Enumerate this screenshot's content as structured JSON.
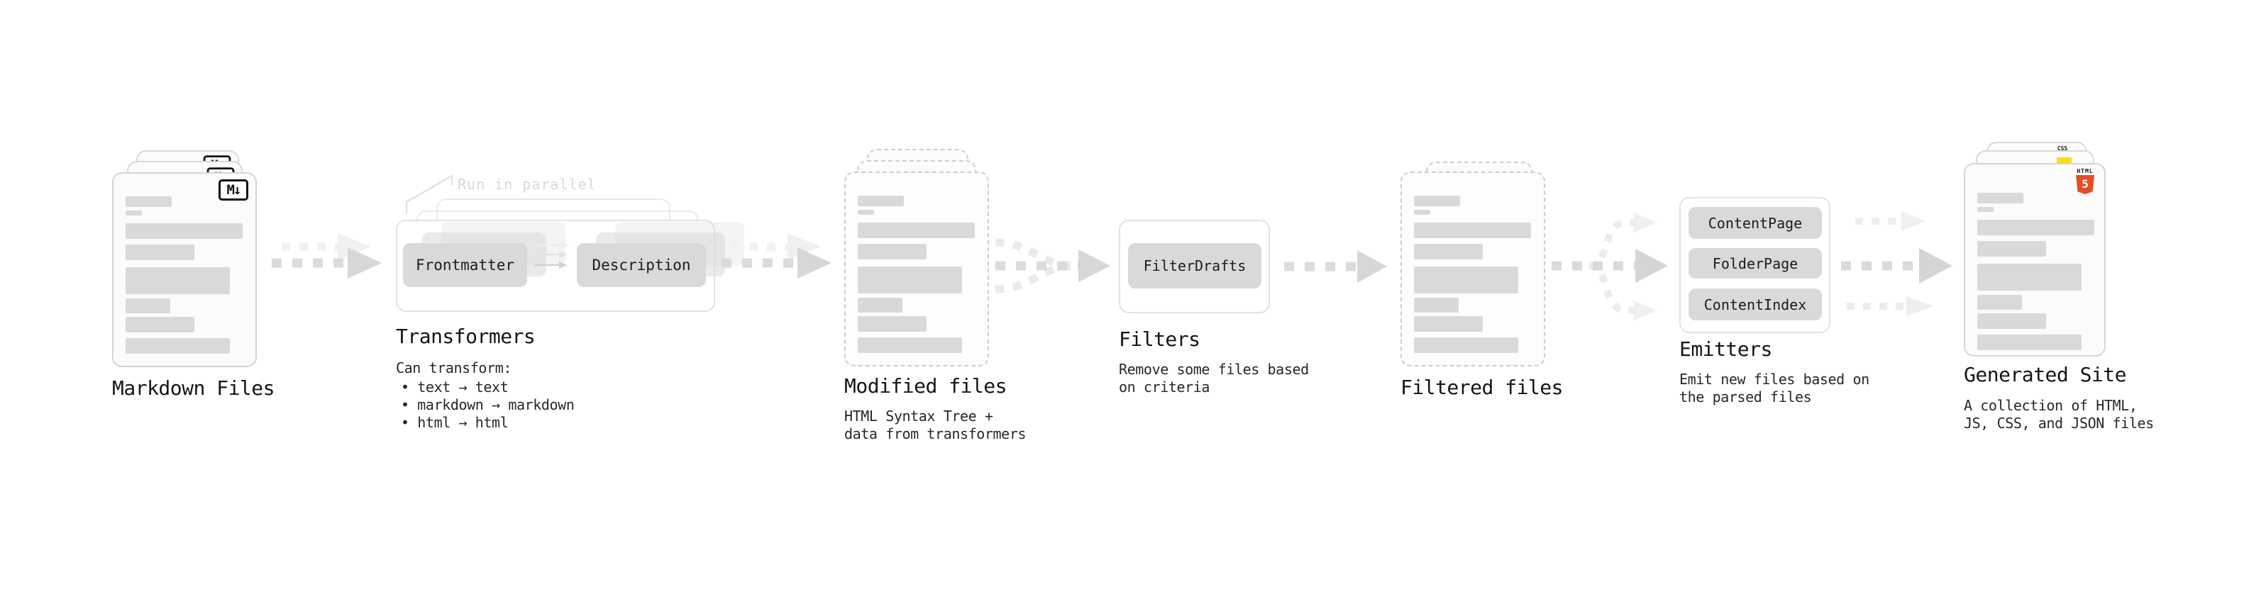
{
  "nodes": {
    "markdown_files": {
      "label": "Markdown Files",
      "badge": "M↓"
    },
    "transformers": {
      "heading": "Transformers",
      "note": "Run in parallel",
      "boxes": [
        "Frontmatter",
        "Description"
      ],
      "caption_title": "Can transform:",
      "bullets": [
        "• text → text",
        "• markdown → markdown",
        "• html → html"
      ]
    },
    "modified_files": {
      "heading": "Modified files",
      "caption": [
        "HTML Syntax Tree +",
        "data from transformers"
      ]
    },
    "filters": {
      "heading": "Filters",
      "boxes": [
        "FilterDrafts"
      ],
      "caption": [
        "Remove some files based",
        "on criteria"
      ]
    },
    "filtered_files": {
      "heading": "Filtered files"
    },
    "emitters": {
      "heading": "Emitters",
      "boxes": [
        "ContentPage",
        "FolderPage",
        "ContentIndex"
      ],
      "caption": [
        "Emit new files based on",
        "the parsed files"
      ]
    },
    "generated_site": {
      "heading": "Generated Site",
      "caption": [
        "A collection of HTML,",
        "JS, CSS, and JSON files"
      ],
      "badges": {
        "html_label": "HTML",
        "html_number": "5",
        "css_label": "CSS"
      }
    }
  },
  "colors": {
    "markdown_badge": "#111111",
    "html5_orange": "#e44d26",
    "js_yellow": "#f7df1e",
    "css_blue": "#2f6be0",
    "box_fill": "#d9d9d9",
    "arrow_gray": "#d9d9d9",
    "arrow_light": "#ededed",
    "muted_note": "#d8d8d8"
  }
}
